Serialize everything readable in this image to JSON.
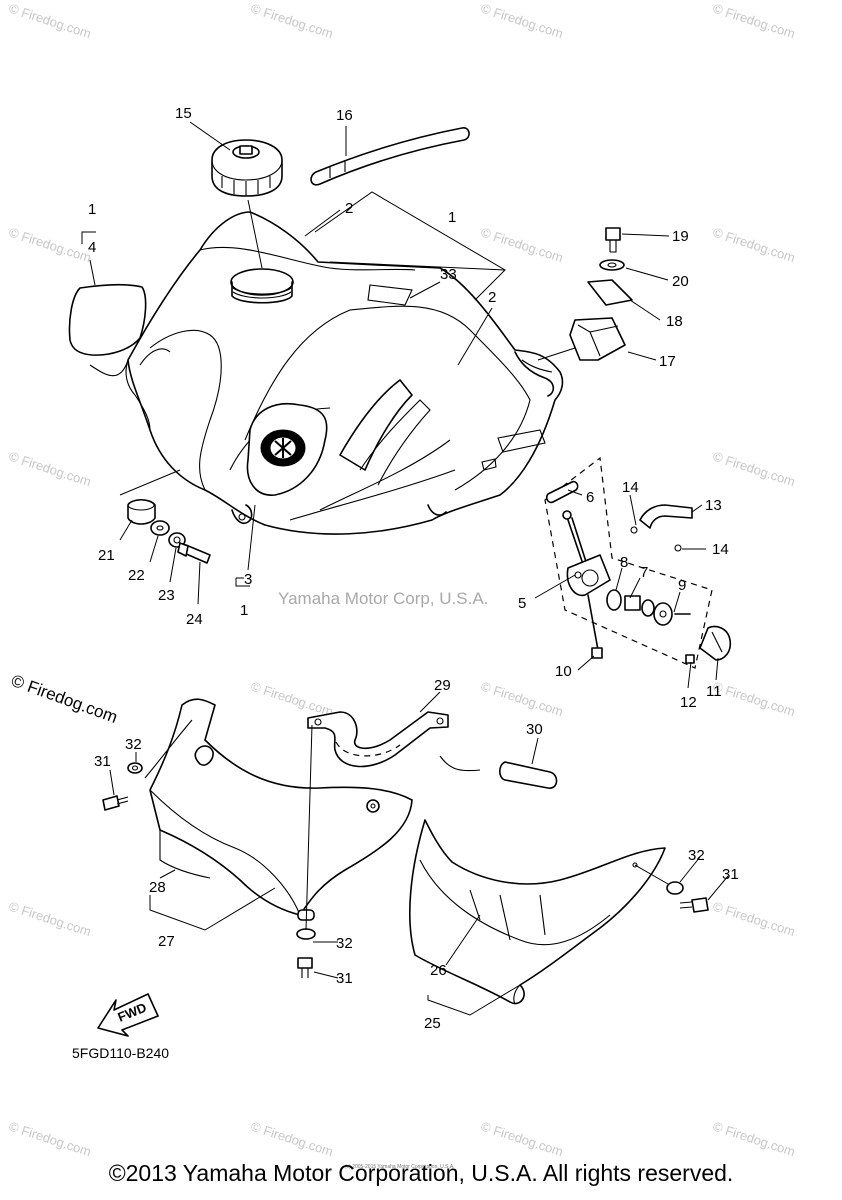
{
  "watermark": "© Firedog.com",
  "firedog_corner": "© Firedog.com",
  "center_watermark": "Yamaha Motor Corp, U.S.A.",
  "diagram_code": "5FGD110-B240",
  "fwd_label": "FWD",
  "small_copyright": "(c) 2005-2015 Yamaha Motor Corporation, U.S.A.",
  "copyright": "©2013 Yamaha Motor Corporation, U.S.A. All rights reserved.",
  "callouts": {
    "c1a": "1",
    "c4": "4",
    "c2a": "2",
    "c1b": "1",
    "c15": "15",
    "c16": "16",
    "c33": "33",
    "c2b": "2",
    "c19": "19",
    "c20": "20",
    "c18": "18",
    "c17": "17",
    "c6": "6",
    "c14a": "14",
    "c13": "13",
    "c14b": "14",
    "c8": "8",
    "c7": "7",
    "c9": "9",
    "c5": "5",
    "c10": "10",
    "c12": "12",
    "c11": "11",
    "c21": "21",
    "c22": "22",
    "c23": "23",
    "c24": "24",
    "c3": "3",
    "c1c": "1",
    "c29": "29",
    "c30": "30",
    "c32a": "32",
    "c31a": "31",
    "c28": "28",
    "c27": "27",
    "c32b": "32",
    "c31b": "31",
    "c32c": "32",
    "c31c": "31",
    "c26": "26",
    "c25": "25"
  }
}
